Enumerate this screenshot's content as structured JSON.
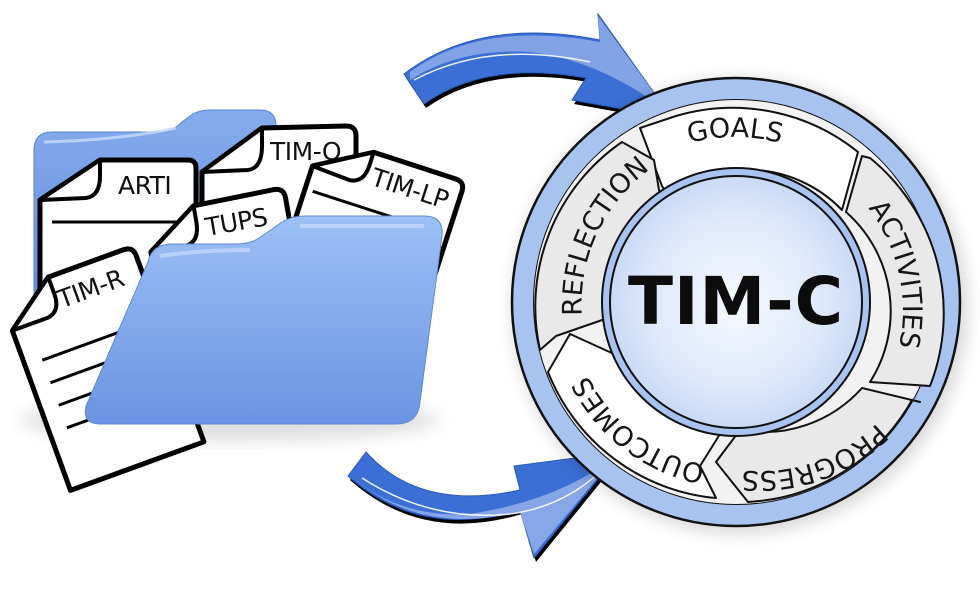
{
  "diagram": {
    "folder": {
      "documents": [
        {
          "id": "arti",
          "label": "ARTI"
        },
        {
          "id": "tim-o",
          "label": "TIM-O"
        },
        {
          "id": "tups",
          "label": "TUPS"
        },
        {
          "id": "tim-lp",
          "label": "TIM-LP"
        },
        {
          "id": "tim-r",
          "label": "TIM-R"
        }
      ]
    },
    "cycle": {
      "center_label": "TIM-C",
      "stages": [
        {
          "id": "goals",
          "label": "GOALS"
        },
        {
          "id": "activities",
          "label": "ACTIVITIES"
        },
        {
          "id": "progress",
          "label": "PROGRESS"
        },
        {
          "id": "outcomes",
          "label": "OUTCOMES"
        },
        {
          "id": "reflection",
          "label": "REFLECTION"
        }
      ]
    },
    "arrows": [
      {
        "id": "top-arrow",
        "direction": "folder-to-cycle"
      },
      {
        "id": "bottom-arrow",
        "direction": "folder-to-cycle"
      }
    ],
    "colors": {
      "folder_blue": "#7fa8ea",
      "folder_blue_dark": "#5f8ee0",
      "arrow_blue": "#3a6fd8",
      "arrow_blue_light": "#7e9fe2",
      "ring_blue": "#a9c4f0",
      "center_fill": "#dce7fa",
      "stage_white": "#ffffff",
      "stage_gray": "#ececec",
      "outline": "#111111"
    }
  }
}
